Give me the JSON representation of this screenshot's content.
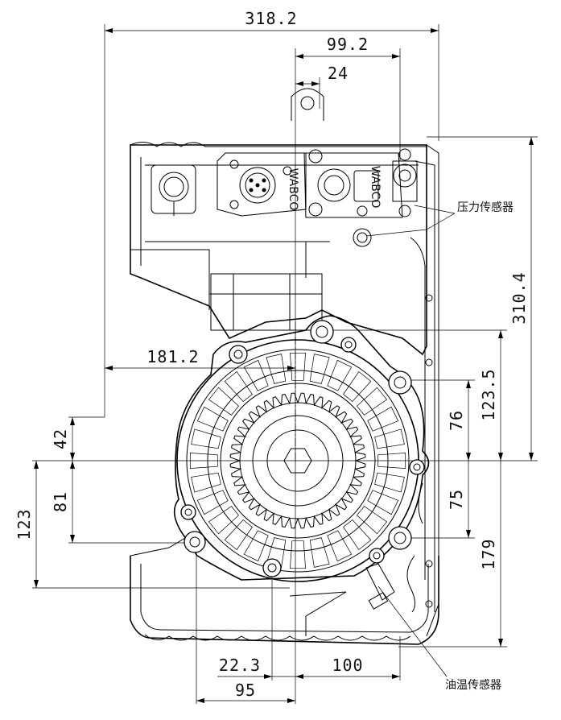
{
  "dimensions": {
    "overall_width": "318.2",
    "offset_99": "99.2",
    "offset_24": "24",
    "height_310": "310.4",
    "height_123_5": "123.5",
    "height_76": "76",
    "height_75": "75",
    "height_179": "179",
    "width_181": "181.2",
    "left_42": "42",
    "left_123": "123",
    "left_81": "81",
    "bottom_22": "22.3",
    "bottom_100": "100",
    "bottom_95": "95"
  },
  "labels": {
    "pressure_sensor": "压力传感器",
    "oil_temp_sensor": "油温传感器",
    "connector_text": "WABCO"
  }
}
